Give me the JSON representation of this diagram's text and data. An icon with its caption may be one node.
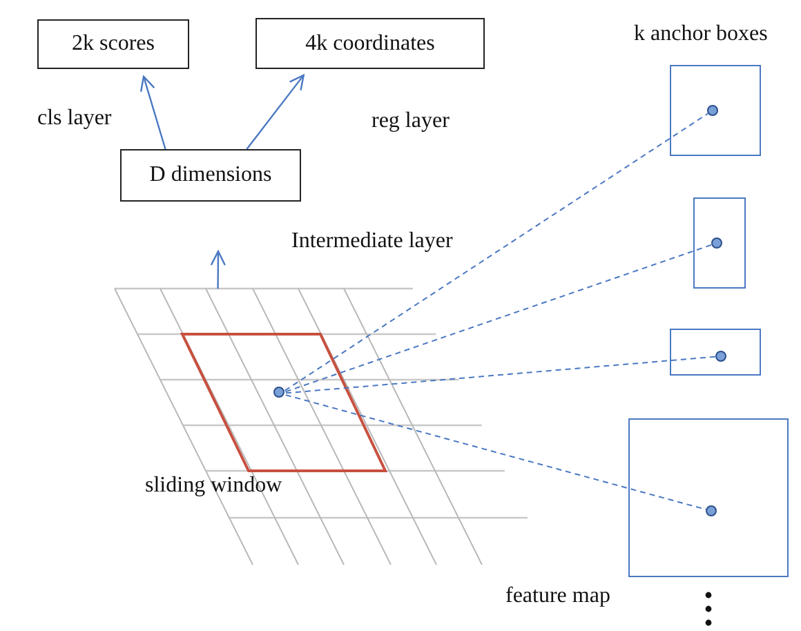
{
  "diagram": {
    "nodes": [
      {
        "text": [
          "2k scores"
        ]
      },
      {
        "text": [
          "4k coordinates"
        ]
      },
      {
        "text": [
          "D dimensions"
        ]
      },
      {
        "text": [],
        "shape": "box"
      },
      {
        "text": [],
        "shape": "box"
      },
      {
        "text": [],
        "shape": "box"
      },
      {
        "text": [],
        "shape": "box"
      },
      {
        "text": [],
        "shape": "picture"
      },
      {
        "text": [],
        "shape": "circle",
        "in": 7
      },
      {
        "text": [],
        "shape": "circle",
        "in": 3
      },
      {
        "text": [],
        "shape": "circle",
        "in": 4
      },
      {
        "text": [],
        "shape": "circle",
        "in": 5
      },
      {
        "text": [],
        "shape": "circle",
        "in": 6
      }
    ],
    "edges": [
      {
        "from": 2,
        "to": 0,
        "arrow": "to"
      },
      {
        "from": 2,
        "to": 1,
        "arrow": "to"
      },
      {
        "from": 7,
        "to": null,
        "arrow": "to"
      },
      {
        "from": 8,
        "to": 9,
        "arrow": "none",
        "style": "dashed"
      },
      {
        "from": 8,
        "to": 10,
        "arrow": "none",
        "style": "dashed"
      },
      {
        "from": 8,
        "to": 11,
        "arrow": "none",
        "style": "dashed"
      },
      {
        "from": 8,
        "to": 12,
        "arrow": "none",
        "style": "dashed"
      }
    ],
    "labels": [
      "k anchor boxes",
      "cls layer",
      "reg layer",
      "Intermediate layer",
      "sliding window",
      "feature map"
    ]
  }
}
